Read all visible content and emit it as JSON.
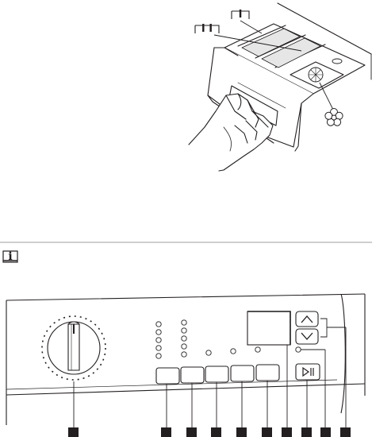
{
  "dispenser": {
    "compartment_main_label": "I I",
    "compartment_prewash_label": "I",
    "softener_icon": "flower-icon"
  },
  "info_icon": {
    "glyph": "i"
  },
  "control_panel": {
    "programme_dial": "programme-selector-knob",
    "icons": {
      "start_pause": "play-pause-icon",
      "up": "chevron-up-icon",
      "down": "chevron-down-icon"
    },
    "callout_markers": [
      "",
      "",
      "",
      "",
      "",
      "",
      "",
      "",
      "",
      "",
      ""
    ]
  },
  "colors": {
    "line": "#231f20",
    "shade": "#d9d9d9",
    "panel_fill": "#ffffff"
  }
}
